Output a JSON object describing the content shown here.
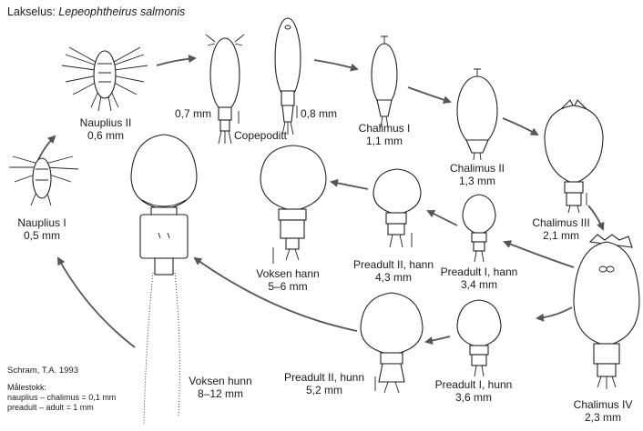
{
  "title": {
    "prefix": "Lakselus:",
    "species": "Lepeophtheirus salmonis"
  },
  "credit": "Schram, T.A. 1993",
  "scale": {
    "heading": "Målestokk:",
    "line1": "nauplius – chalimus = 0,1 mm",
    "line2": "preadult – adult = 1 mm"
  },
  "stages": [
    {
      "key": "nauplius_i",
      "name": "Nauplius I",
      "size": "0,5 mm"
    },
    {
      "key": "nauplius_ii",
      "name": "Nauplius II",
      "size": "0,6 mm"
    },
    {
      "key": "copepoditt",
      "name": "Copepoditt",
      "size_a": "0,7 mm",
      "size_b": "0,8 mm"
    },
    {
      "key": "chalimus_i",
      "name": "Chalimus I",
      "size": "1,1 mm"
    },
    {
      "key": "chalimus_ii",
      "name": "Chalimus II",
      "size": "1,3 mm"
    },
    {
      "key": "chalimus_iii",
      "name": "Chalimus III",
      "size": "2,1 mm"
    },
    {
      "key": "chalimus_iv",
      "name": "Chalimus IV",
      "size": "2,3 mm"
    },
    {
      "key": "preadult_i_hunn",
      "name": "Preadult I, hunn",
      "size": "3,6 mm"
    },
    {
      "key": "preadult_ii_hunn",
      "name": "Preadult II, hunn",
      "size": "5,2 mm"
    },
    {
      "key": "voksen_hunn",
      "name": "Voksen hunn",
      "size": "8–12 mm"
    },
    {
      "key": "preadult_i_hann",
      "name": "Preadult I, hann",
      "size": "3,4 mm"
    },
    {
      "key": "preadult_ii_hann",
      "name": "Preadult II, hann",
      "size": "4,3 mm"
    },
    {
      "key": "voksen_hann",
      "name": "Voksen hann",
      "size": "5–6 mm"
    }
  ]
}
